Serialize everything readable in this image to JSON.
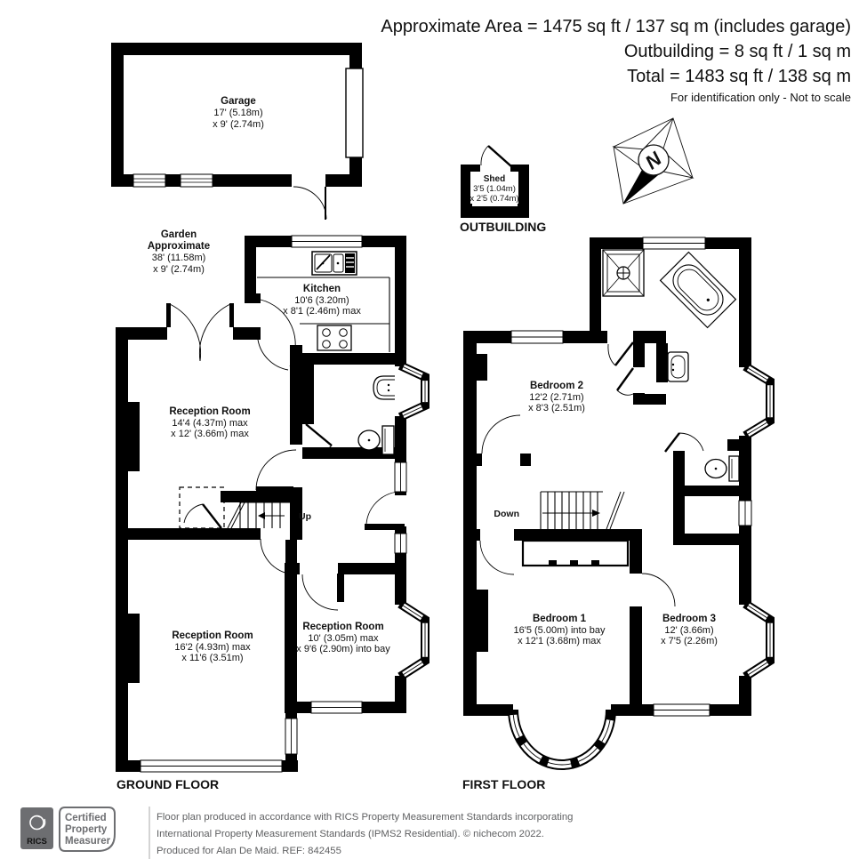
{
  "header": {
    "line1": "Approximate Area = 1475 sq ft / 137 sq m (includes garage)",
    "line2": "Outbuilding = 8 sq ft / 1 sq m",
    "line3": "Total = 1483 sq ft / 138 sq m",
    "note": "For identification only - Not to scale"
  },
  "compass": {
    "north": "N"
  },
  "garage": {
    "name": "Garage",
    "dim1": "17' (5.18m)",
    "dim2": "x 9' (2.74m)"
  },
  "shed": {
    "name": "Shed",
    "dim1": "3'5 (1.04m)",
    "dim2": "x 2'5 (0.74m)",
    "section_label": "OUTBUILDING"
  },
  "garden": {
    "line1": "Garden",
    "line2": "Approximate",
    "line3": "38' (11.58m)",
    "line4": "x 9' (2.74m)"
  },
  "ground_floor": {
    "title": "GROUND FLOOR",
    "stairs_label": "Up",
    "kitchen": {
      "name": "Kitchen",
      "dim1": "10'6 (3.20m)",
      "dim2": "x 8'1 (2.46m) max"
    },
    "reception1": {
      "name": "Reception Room",
      "dim1": "14'4 (4.37m) max",
      "dim2": "x 12' (3.66m) max"
    },
    "reception2": {
      "name": "Reception Room",
      "dim1": "16'2 (4.93m) max",
      "dim2": "x 11'6 (3.51m)"
    },
    "reception3": {
      "name": "Reception Room",
      "dim1": "10' (3.05m) max",
      "dim2": "x 9'6 (2.90m) into bay"
    }
  },
  "first_floor": {
    "title": "FIRST FLOOR",
    "stairs_label": "Down",
    "bedroom1": {
      "name": "Bedroom 1",
      "dim1": "16'5 (5.00m) into bay",
      "dim2": "x 12'1 (3.68m) max"
    },
    "bedroom2": {
      "name": "Bedroom 2",
      "dim1": "12'2 (2.71m)",
      "dim2": "x 8'3 (2.51m)"
    },
    "bedroom3": {
      "name": "Bedroom 3",
      "dim1": "12' (3.66m)",
      "dim2": "x 7'5 (2.26m)"
    }
  },
  "footer": {
    "rics_label": "RICS",
    "badge": {
      "line1": "Certified",
      "line2": "Property",
      "line3": "Measurer"
    },
    "line1": "Floor plan produced in accordance with RICS Property Measurement Standards incorporating",
    "line2": "International Property Measurement Standards (IPMS2 Residential).   © nichecom 2022.",
    "line3": "Produced for Alan De Maid.   REF: 842455"
  },
  "colors": {
    "ink": "#000000",
    "footer_gray": "#6d6e71"
  }
}
